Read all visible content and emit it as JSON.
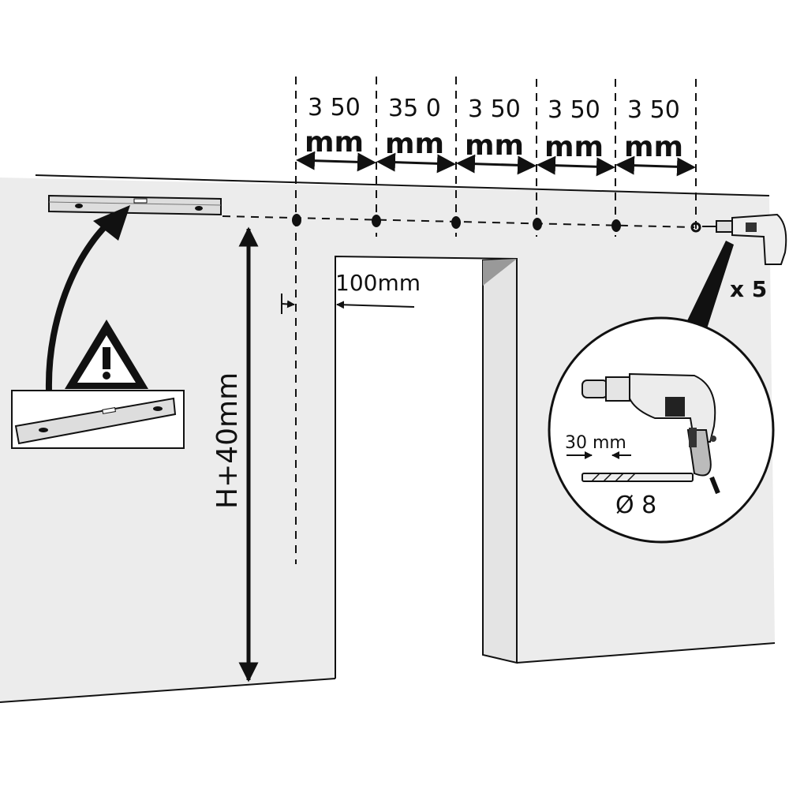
{
  "spacing": [
    {
      "value": "3 50",
      "unit": "mm"
    },
    {
      "value": "35 0",
      "unit": "mm"
    },
    {
      "value": "3 50",
      "unit": "mm"
    },
    {
      "value": "3 50",
      "unit": "mm"
    },
    {
      "value": "3 50",
      "unit": "mm"
    }
  ],
  "edge_offset": "100mm",
  "height_label": "H+40mm",
  "hole_count": "x 5",
  "drill": {
    "depth": "30 mm",
    "diameter": "Ø 8"
  },
  "colors": {
    "wall": "#ececec",
    "line": "#111111"
  }
}
